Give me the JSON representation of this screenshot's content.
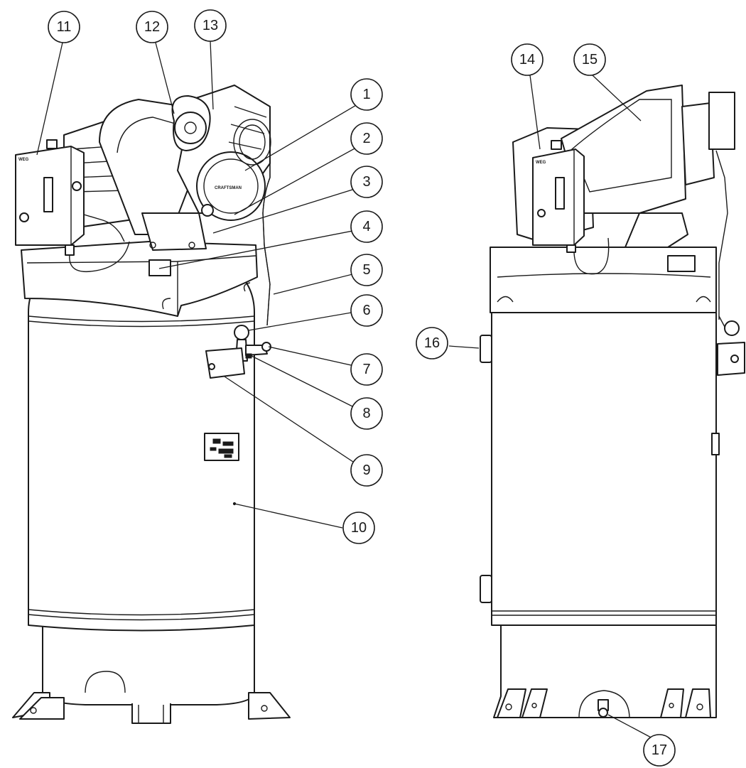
{
  "callouts": [
    {
      "id": "1",
      "label": "1"
    },
    {
      "id": "2",
      "label": "2"
    },
    {
      "id": "3",
      "label": "3"
    },
    {
      "id": "4",
      "label": "4"
    },
    {
      "id": "5",
      "label": "5"
    },
    {
      "id": "6",
      "label": "6"
    },
    {
      "id": "7",
      "label": "7"
    },
    {
      "id": "8",
      "label": "8"
    },
    {
      "id": "9",
      "label": "9"
    },
    {
      "id": "10",
      "label": "10"
    },
    {
      "id": "11",
      "label": "11"
    },
    {
      "id": "12",
      "label": "12"
    },
    {
      "id": "13",
      "label": "13"
    },
    {
      "id": "14",
      "label": "14"
    },
    {
      "id": "15",
      "label": "15"
    },
    {
      "id": "16",
      "label": "16"
    },
    {
      "id": "17",
      "label": "17"
    }
  ],
  "labels": {
    "switch_box_brand_front": "WEG",
    "switch_box_brand_rear": "WEG",
    "pump_badge": "CRAFTSMAN"
  }
}
